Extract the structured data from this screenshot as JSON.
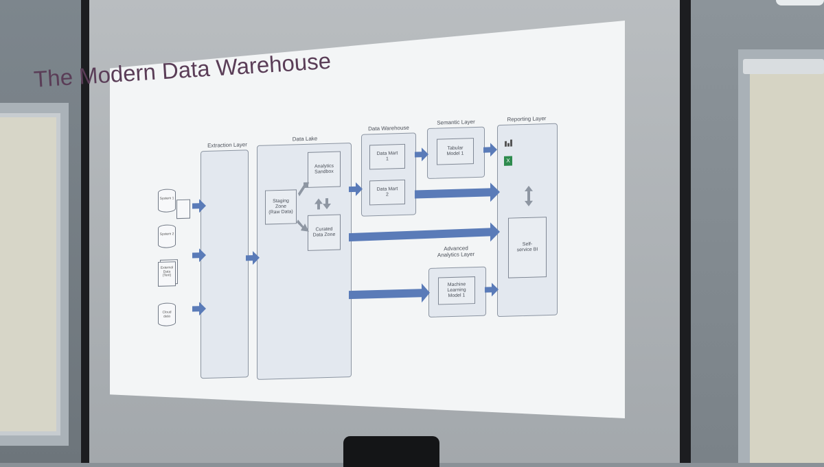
{
  "slide": {
    "title": "The Modern Data Warehouse"
  },
  "diagram": {
    "extraction_layer": "Extraction Layer",
    "data_lake": "Data Lake",
    "data_warehouse": "Data Warehouse",
    "semantic_layer": "Semantic Layer",
    "reporting_layer": "Reporting Layer",
    "advanced_analytics_layer": "Advanced\nAnalytics Layer",
    "analytics_sandbox": "Analytics\nSandbox",
    "staging_zone": "Staging\nZone\n(Raw Data)",
    "curated_data_zone": "Curated\nData Zone",
    "data_mart_1": "Data Mart\n1",
    "data_mart_2": "Data Mart\n2",
    "tabular_model": "Tabular\nModel 1",
    "ml_model": "Machine\nLearning\nModel 1",
    "self_service_bi": "Self-\nservice BI",
    "system_1": "System 1",
    "system_2": "System 2",
    "external_data": "External\nData\n(Text)",
    "cloud_data": "Cloud data"
  },
  "colors": {
    "arrow": "#5a7bb8",
    "title": "#5a3d57"
  }
}
